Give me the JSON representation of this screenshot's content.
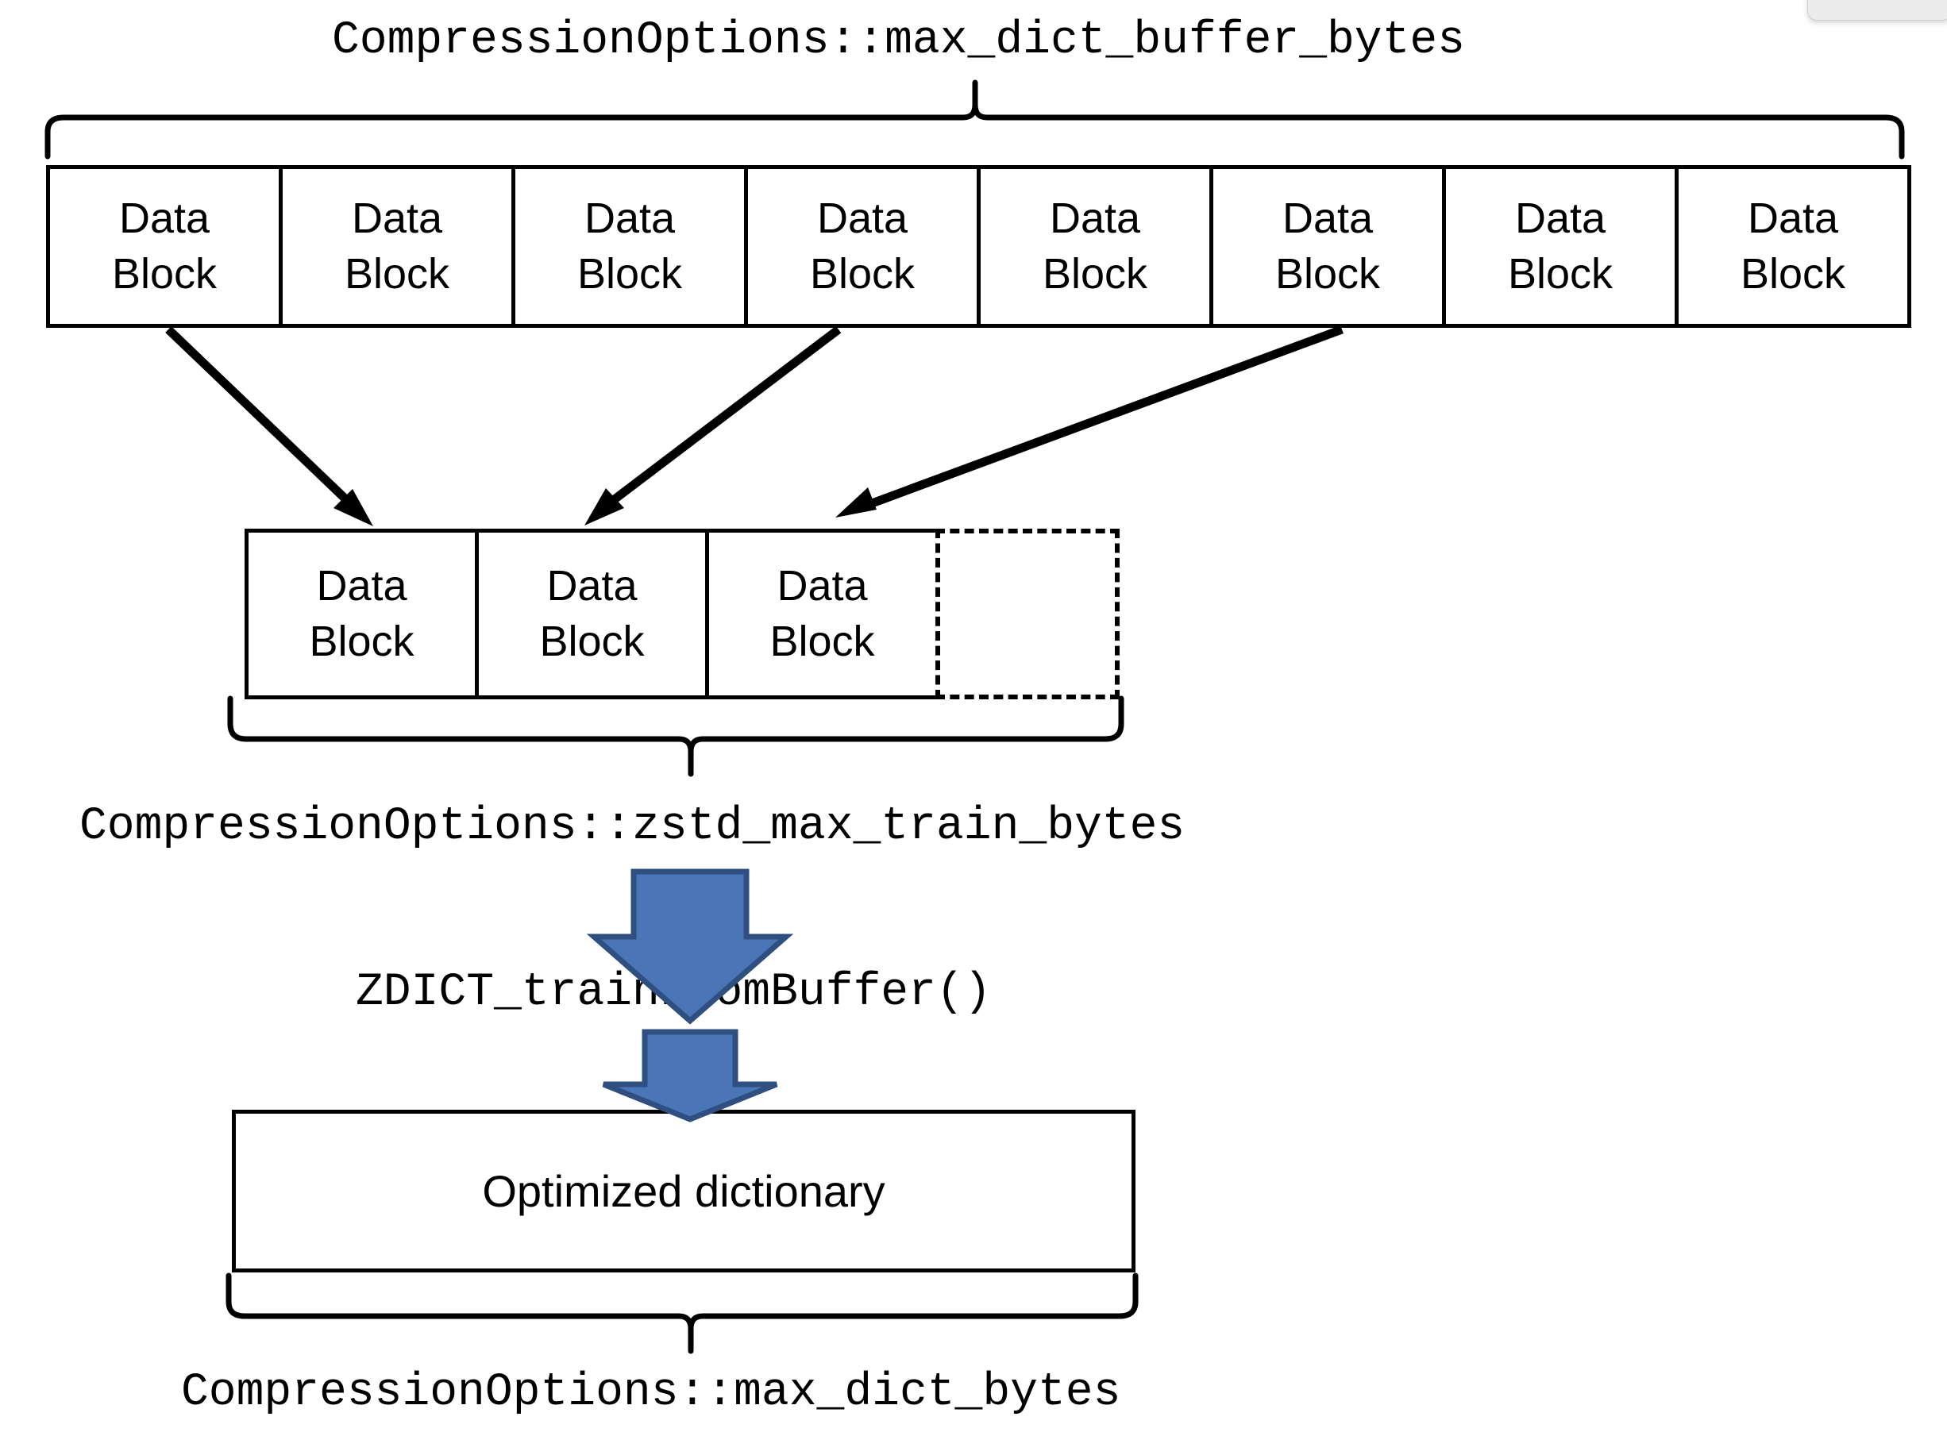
{
  "diagram": {
    "title_top": "CompressionOptions::max_dict_buffer_bytes",
    "title_mid": "CompressionOptions::zstd_max_train_bytes",
    "function_call": "ZDICT_trainFromBuffer()",
    "title_bottom": "CompressionOptions::max_dict_bytes",
    "block_label_line1": "Data",
    "block_label_line2": "Block",
    "dictionary_label": "Optimized dictionary",
    "top_blocks": [
      {
        "line1": "Data",
        "line2": "Block"
      },
      {
        "line1": "Data",
        "line2": "Block"
      },
      {
        "line1": "Data",
        "line2": "Block"
      },
      {
        "line1": "Data",
        "line2": "Block"
      },
      {
        "line1": "Data",
        "line2": "Block"
      },
      {
        "line1": "Data",
        "line2": "Block"
      },
      {
        "line1": "Data",
        "line2": "Block"
      },
      {
        "line1": "Data",
        "line2": "Block"
      }
    ],
    "mid_blocks": [
      {
        "line1": "Data",
        "line2": "Block"
      },
      {
        "line1": "Data",
        "line2": "Block"
      },
      {
        "line1": "Data",
        "line2": "Block"
      }
    ],
    "empty_slot_count": 1,
    "colors": {
      "stroke": "#000000",
      "background": "#ffffff",
      "arrow_fill": "#4a76b8",
      "arrow_stroke": "#2e4f7f"
    }
  }
}
